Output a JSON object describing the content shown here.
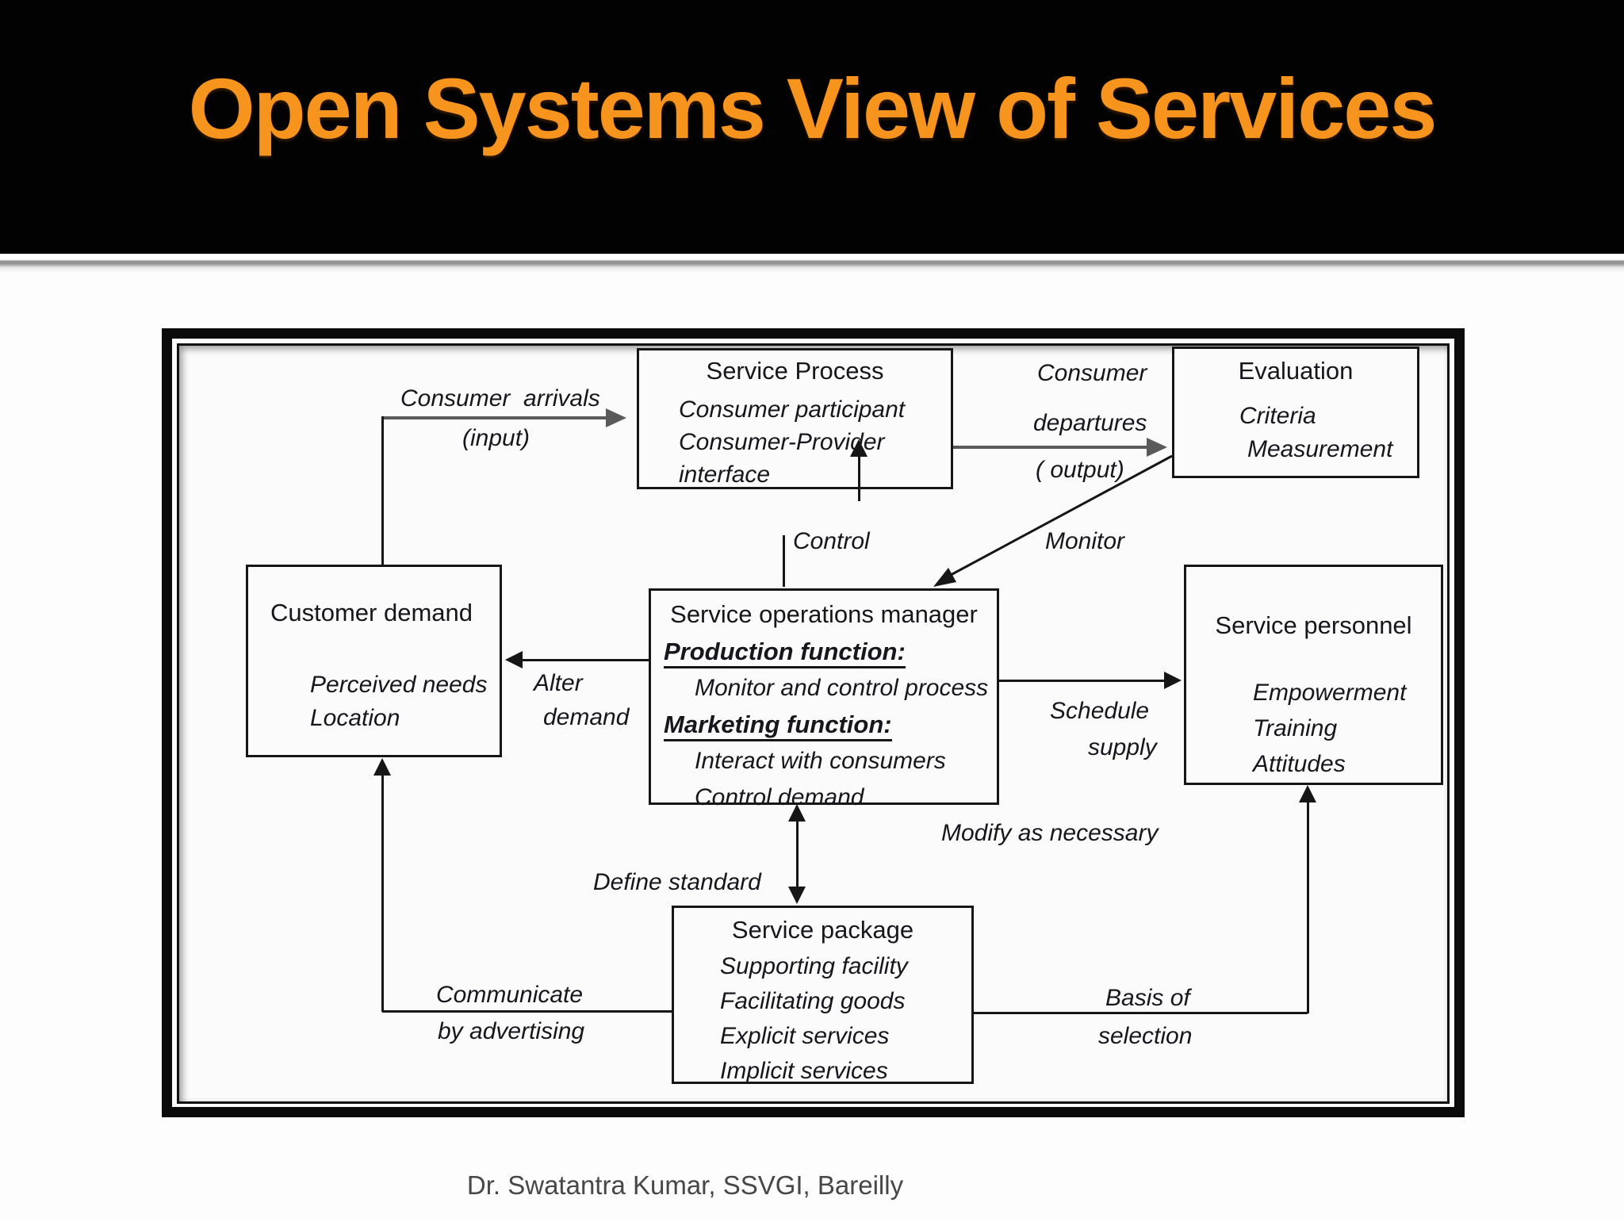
{
  "slide": {
    "title": "Open Systems View of Services",
    "footer": "Dr. Swatantra Kumar, SSVGI, Bareilly",
    "accent_color": "#F7941E"
  },
  "boxes": {
    "service_process": {
      "title": "Service Process",
      "items": [
        "Consumer participant",
        "Consumer-Provider",
        "interface"
      ]
    },
    "evaluation": {
      "title": "Evaluation",
      "items": [
        "Criteria",
        "Measurement"
      ]
    },
    "customer_demand": {
      "title": "Customer demand",
      "items": [
        "Perceived needs",
        "Location"
      ]
    },
    "service_operations_manager": {
      "title": "Service operations manager",
      "sections": [
        {
          "heading": "Production function:",
          "items": [
            "Monitor and control process"
          ]
        },
        {
          "heading": "Marketing function:",
          "items": [
            "Interact with consumers",
            "Control demand"
          ]
        }
      ]
    },
    "service_personnel": {
      "title": "Service personnel",
      "items": [
        "Empowerment",
        "Training",
        "Attitudes"
      ]
    },
    "service_package": {
      "title": "Service package",
      "items": [
        "Supporting facility",
        "Facilitating goods",
        "Explicit services",
        "Implicit services"
      ]
    }
  },
  "labels": {
    "consumer_arrivals": "Consumer  arrivals",
    "input": "(input)",
    "consumer": "Consumer",
    "departures": "departures",
    "output": "( output)",
    "control": "Control",
    "monitor": "Monitor",
    "alter": "Alter",
    "demand": "demand",
    "schedule": "Schedule",
    "supply": "supply",
    "modify_as_necessary": "Modify as necessary",
    "define_standard": "Define standard",
    "communicate": "Communicate",
    "by_advertising": "by advertising",
    "basis_of": "Basis of",
    "selection": "selection"
  }
}
